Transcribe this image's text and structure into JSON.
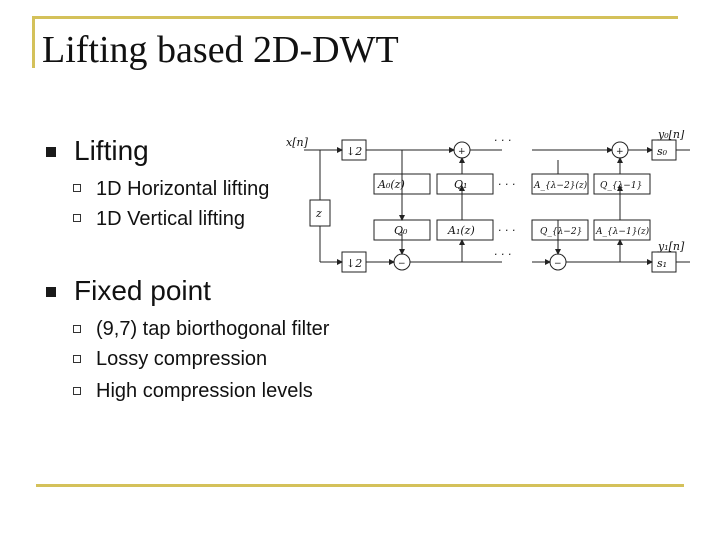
{
  "title": "Lifting based 2D-DWT",
  "sections": [
    {
      "heading": "Lifting",
      "items": [
        "1D Horizontal lifting",
        "1D Vertical lifting"
      ]
    },
    {
      "heading": "Fixed point",
      "items": [
        "(9,7) tap biorthogonal filter",
        "Lossy compression",
        "High compression levels"
      ]
    }
  ],
  "diagram": {
    "input": "x[n]",
    "downsample": "↓2",
    "delay": "z",
    "dots": "· · ·",
    "top_blocks": [
      "A₀(z)",
      "Q₁",
      "A_{λ−2}(z)",
      "Q_{λ−1}"
    ],
    "bottom_blocks": [
      "Q₀",
      "A₁(z)",
      "Q_{λ−2}",
      "A_{λ−1}(z)"
    ],
    "out_top_scale": "s₀",
    "out_bottom_scale": "s₁",
    "out_top": "y₀[n]",
    "out_bottom": "y₁[n]",
    "sum_top": "+",
    "sum_bottom": "−"
  },
  "colors": {
    "accent": "#d4c15a"
  }
}
